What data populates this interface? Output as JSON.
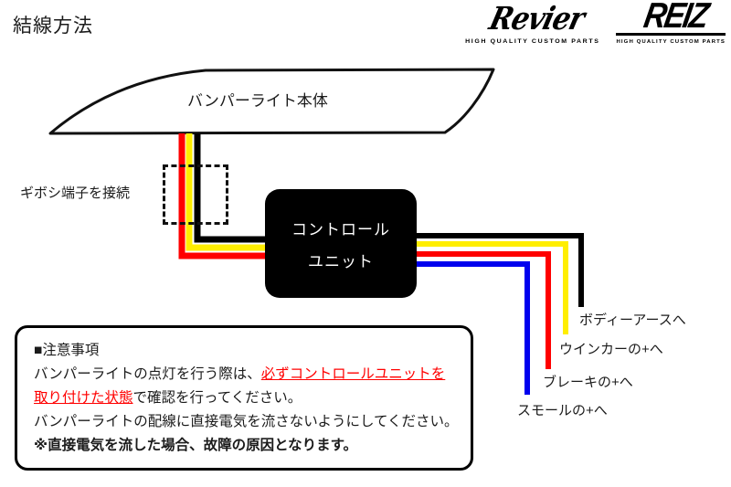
{
  "page": {
    "title": "結線方法"
  },
  "brands": [
    {
      "name": "Revier",
      "tagline": "HIGH QUALITY CUSTOM PARTS"
    },
    {
      "name": "REIZ",
      "tagline": "HIGH QUALITY CUSTOM PARTS"
    }
  ],
  "diagram": {
    "bumper_light_label": "バンパーライト本体",
    "control_unit": {
      "line1": "コントロール",
      "line2": "ユニット"
    },
    "connector_note": "ギボシ端子を接続",
    "wires": [
      {
        "id": "body-earth",
        "color_name": "black",
        "color": "#000000",
        "label": "ボディーアースへ"
      },
      {
        "id": "winker",
        "color_name": "yellow",
        "color": "#ffee00",
        "label": "ウインカーの+へ"
      },
      {
        "id": "brake",
        "color_name": "red",
        "color": "#ff0000",
        "label": "ブレーキの+へ"
      },
      {
        "id": "small",
        "color_name": "blue",
        "color": "#0000ee",
        "label": "スモールの+へ"
      }
    ]
  },
  "caution": {
    "heading": "■注意事項",
    "line1_pre": "バンパーライトの点灯を行う際は、",
    "line1_em": "必ずコントロールユニットを",
    "line2_em": "取り付けた状態",
    "line2_post": "で確認を行ってください。",
    "line3": "バンパーライトの配線に直接電気を流さないようにしてください。",
    "line4": "※直接電気を流した場合、故障の原因となります。"
  },
  "colors": {
    "black": "#000000",
    "yellow": "#ffee00",
    "red": "#ff0000",
    "blue": "#0000ee",
    "outline": "#111111",
    "background": "#ffffff"
  }
}
